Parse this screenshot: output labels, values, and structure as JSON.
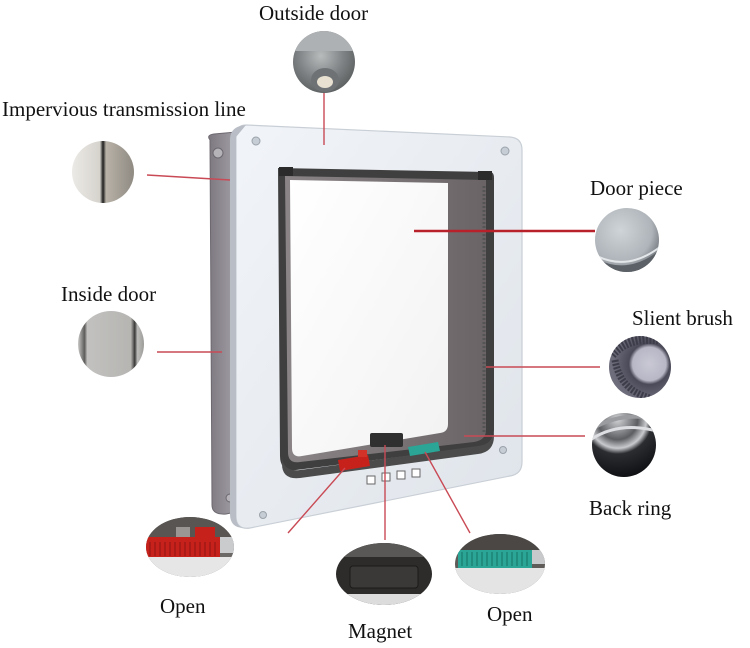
{
  "diagram": {
    "subject": "Pet flap door with component callouts",
    "accent_line_color": "#c94a55",
    "components": [
      {
        "id": "outside-door",
        "label": "Outside door"
      },
      {
        "id": "impervious-transmission-line",
        "label": "Impervious transmission line"
      },
      {
        "id": "door-piece",
        "label": "Door piece"
      },
      {
        "id": "inside-door",
        "label": "Inside door"
      },
      {
        "id": "silent-brush",
        "label": "Slient brush"
      },
      {
        "id": "back-ring",
        "label": "Back ring"
      },
      {
        "id": "open-left",
        "label": "Open"
      },
      {
        "id": "magnet",
        "label": "Magnet"
      },
      {
        "id": "open-right",
        "label": "Open"
      }
    ],
    "lock_mode_icons": [
      "lock-mode-1",
      "lock-mode-2",
      "lock-mode-3",
      "lock-mode-4"
    ],
    "colors": {
      "frame": "#e9edf2",
      "back_frame": "#8e8a92",
      "seal": "#3f3f3f",
      "flap": "#fbfbfb",
      "left_latch": "#c7211b",
      "right_latch": "#2aa596",
      "magnet": "#2f2f2f"
    }
  }
}
